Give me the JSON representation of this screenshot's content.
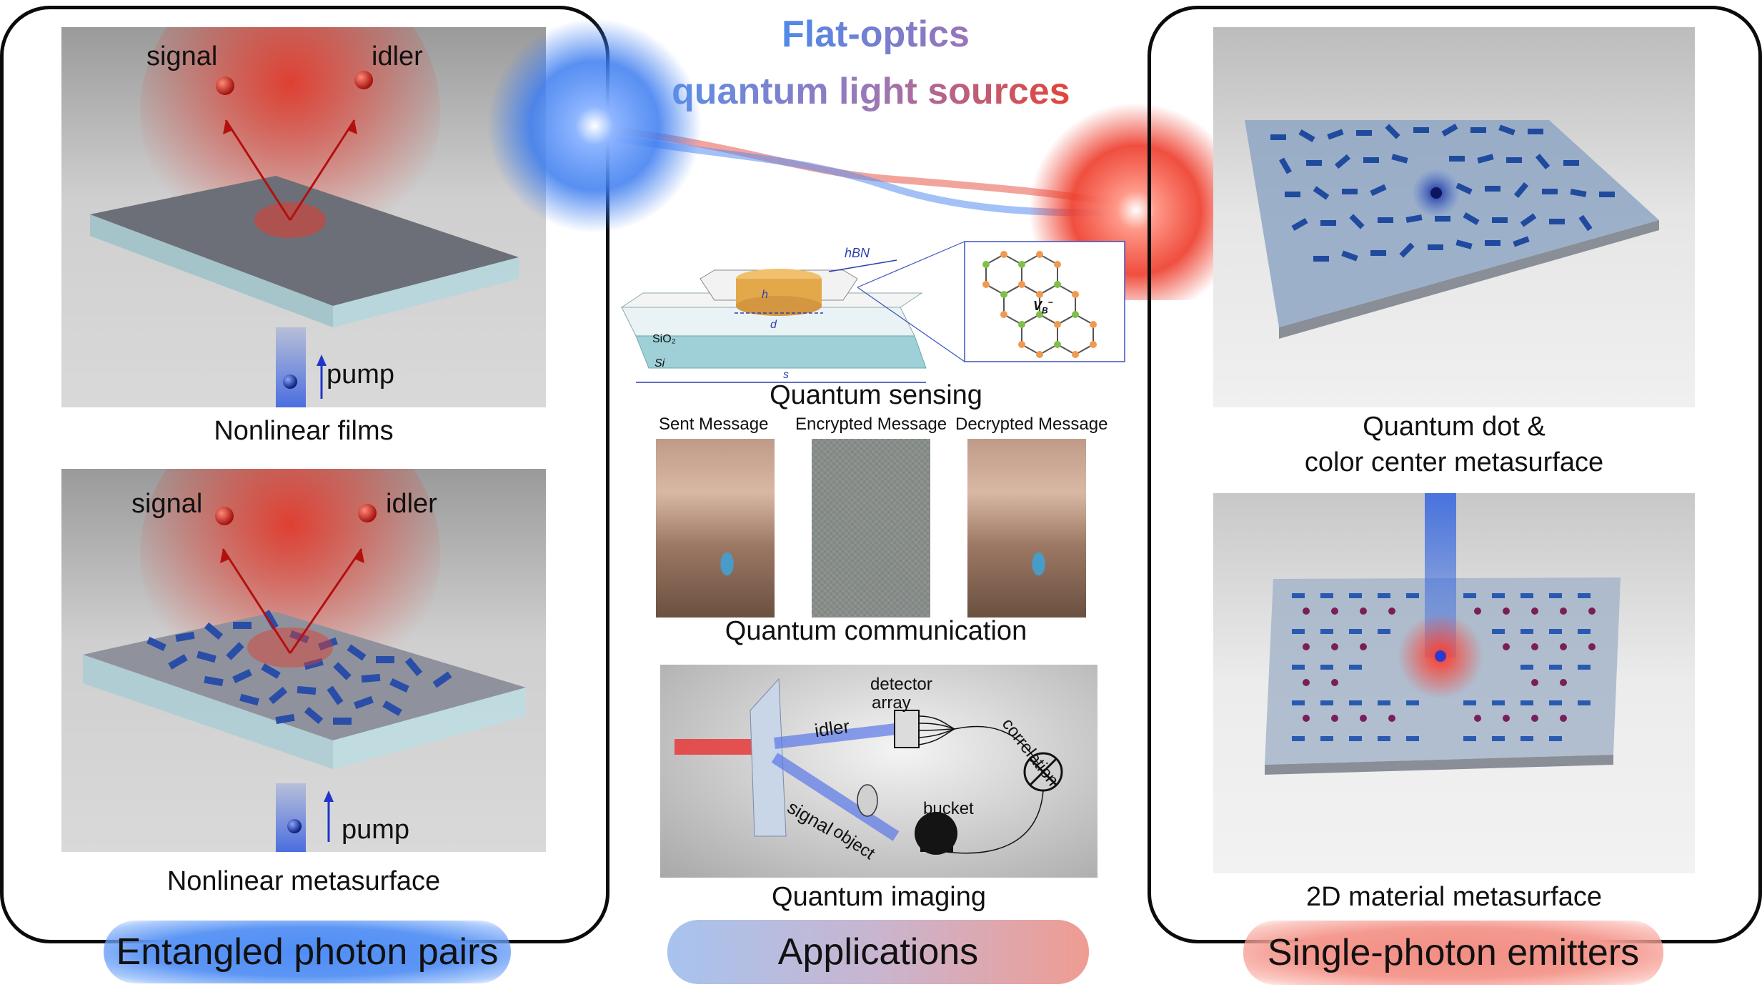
{
  "title": {
    "line1": "Flat-optics",
    "line2": "quantum light sources"
  },
  "left_panel": {
    "films": {
      "signal": "signal",
      "idler": "idler",
      "pump": "pump",
      "caption": "Nonlinear films"
    },
    "metasurface": {
      "signal": "signal",
      "idler": "idler",
      "pump": "pump",
      "caption": "Nonlinear metasurface"
    },
    "pill": "Entangled photon pairs"
  },
  "center_panel": {
    "sensing": {
      "hbn": "hBN",
      "h": "h",
      "d": "d",
      "s": "s",
      "sio2": "SiO₂",
      "si": "Si",
      "vb": "V",
      "vb_sub": "B",
      "vb_sup": "−",
      "caption": "Quantum sensing"
    },
    "communication": {
      "sent": "Sent Message",
      "encrypted": "Encrypted Message",
      "decrypted": "Decrypted Message",
      "caption": "Quantum communication"
    },
    "imaging": {
      "detector_line1": "detector",
      "detector_line2": "array",
      "idler": "idler",
      "correlation": "correlation",
      "signal": "signal",
      "object": "object",
      "bucket": "bucket",
      "caption": "Quantum imaging"
    },
    "pill": "Applications"
  },
  "right_panel": {
    "qd_caption_line1": "Quantum dot &",
    "qd_caption_line2": "color center metasurface",
    "twod_caption": "2D material metasurface",
    "pill": "Single-photon emitters"
  },
  "colors": {
    "blue": "#3a7bf0",
    "red": "#ee3b2a",
    "title_blue": "#5b8ee8",
    "title_red": "#e2453a"
  }
}
